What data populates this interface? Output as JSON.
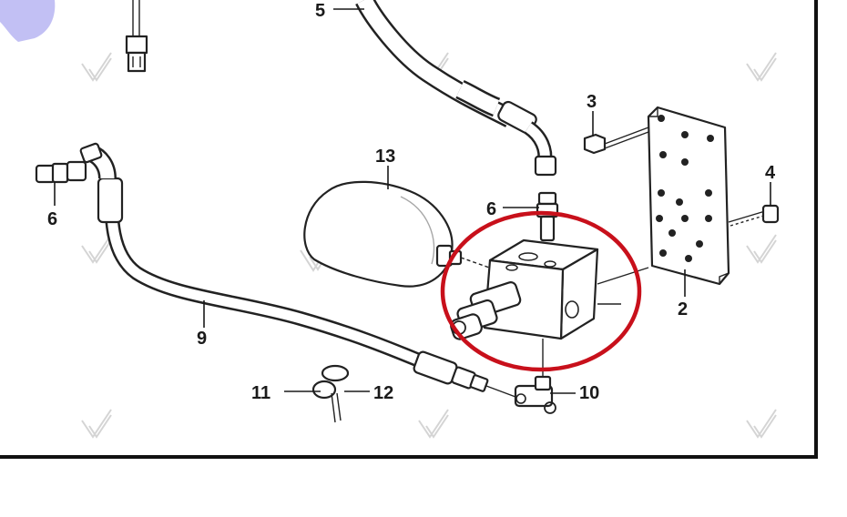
{
  "callouts": {
    "c2": "2",
    "c3": "3",
    "c4": "4",
    "c5": "5",
    "c6_left": "6",
    "c6_center": "6",
    "c9": "9",
    "c10": "10",
    "c11": "11",
    "c12": "12",
    "c13": "13"
  },
  "highlight_color": "#c8101b",
  "frame_color": "#111111"
}
